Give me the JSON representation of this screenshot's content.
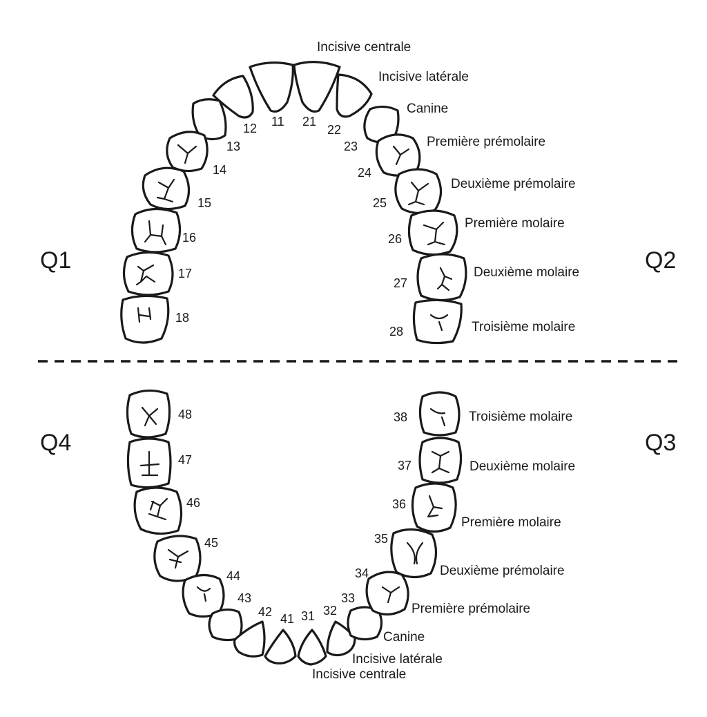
{
  "quadrants": {
    "q1": "Q1",
    "q2": "Q2",
    "q3": "Q3",
    "q4": "Q4"
  },
  "upper": {
    "teeth": [
      {
        "num": "11",
        "type": "incisor"
      },
      {
        "num": "12",
        "type": "incisor"
      },
      {
        "num": "13",
        "type": "canine"
      },
      {
        "num": "14",
        "type": "premolar"
      },
      {
        "num": "15",
        "type": "premolar"
      },
      {
        "num": "16",
        "type": "molar"
      },
      {
        "num": "17",
        "type": "molar"
      },
      {
        "num": "18",
        "type": "molar"
      },
      {
        "num": "21",
        "type": "incisor"
      },
      {
        "num": "22",
        "type": "incisor"
      },
      {
        "num": "23",
        "type": "canine"
      },
      {
        "num": "24",
        "type": "premolar"
      },
      {
        "num": "25",
        "type": "premolar"
      },
      {
        "num": "26",
        "type": "molar"
      },
      {
        "num": "27",
        "type": "molar"
      },
      {
        "num": "28",
        "type": "molar"
      }
    ],
    "names": [
      "Incisive centrale",
      "Incisive latérale",
      "Canine",
      "Première prémolaire",
      "Deuxième prémolaire",
      "Première molaire",
      "Deuxième molaire",
      "Troisième molaire"
    ]
  },
  "lower": {
    "teeth": [
      {
        "num": "31",
        "type": "incisor"
      },
      {
        "num": "32",
        "type": "incisor"
      },
      {
        "num": "33",
        "type": "canine"
      },
      {
        "num": "34",
        "type": "premolar"
      },
      {
        "num": "35",
        "type": "premolar"
      },
      {
        "num": "36",
        "type": "molar"
      },
      {
        "num": "37",
        "type": "molar"
      },
      {
        "num": "38",
        "type": "molar"
      },
      {
        "num": "41",
        "type": "incisor"
      },
      {
        "num": "42",
        "type": "incisor"
      },
      {
        "num": "43",
        "type": "canine"
      },
      {
        "num": "44",
        "type": "premolar"
      },
      {
        "num": "45",
        "type": "premolar"
      },
      {
        "num": "46",
        "type": "molar"
      },
      {
        "num": "47",
        "type": "molar"
      },
      {
        "num": "48",
        "type": "molar"
      }
    ],
    "names": [
      "Troisième molaire",
      "Deuxième molaire",
      "Première molaire",
      "Deuxième prémolaire",
      "Première prémolaire",
      "Canine",
      "Incisive latérale",
      "Incisive centrale"
    ]
  }
}
